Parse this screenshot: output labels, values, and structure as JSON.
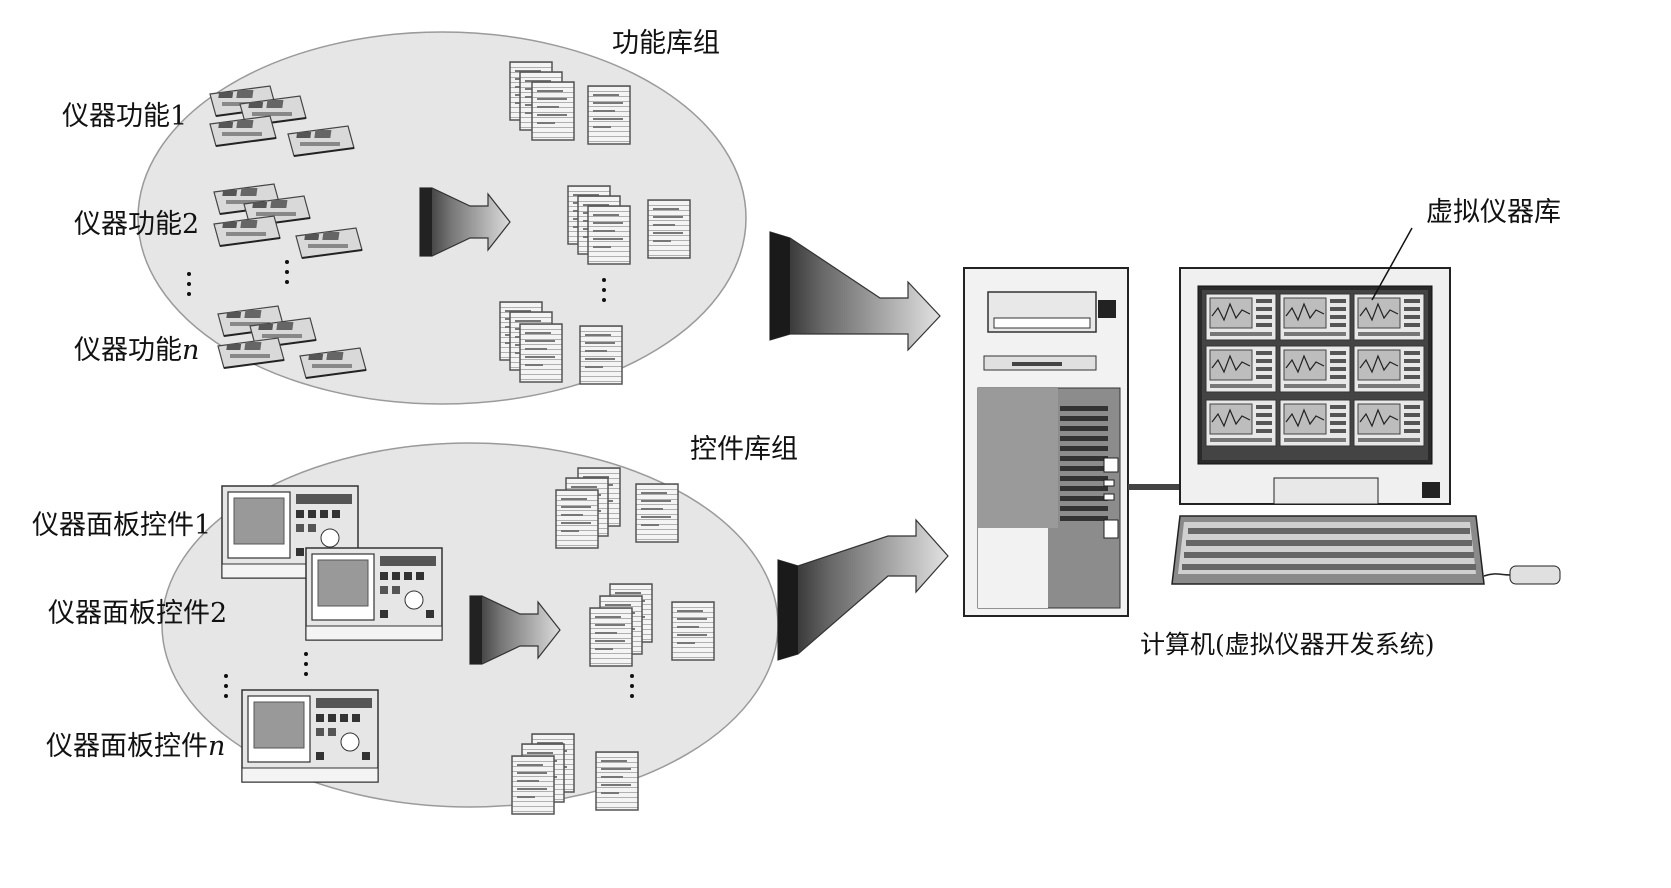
{
  "groups": {
    "function_library": {
      "title": "功能库组",
      "items": [
        {
          "label": "仪器功能",
          "suffix": "1"
        },
        {
          "label": "仪器功能",
          "suffix": "2"
        },
        {
          "label": "仪器功能",
          "suffix": "n"
        }
      ]
    },
    "control_library": {
      "title": "控件库组",
      "items": [
        {
          "label": "仪器面板控件",
          "suffix": "1"
        },
        {
          "label": "仪器面板控件",
          "suffix": "2"
        },
        {
          "label": "仪器面板控件",
          "suffix": "n"
        }
      ]
    }
  },
  "computer": {
    "caption": "计算机(虚拟仪器开发系统)",
    "monitor_callout": "虚拟仪器库"
  }
}
